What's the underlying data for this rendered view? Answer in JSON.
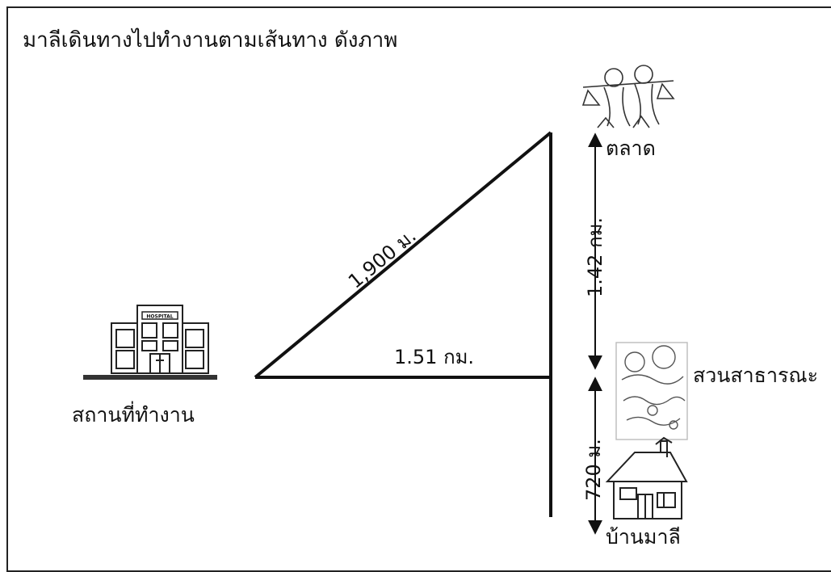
{
  "title": "มาลีเดินทางไปทำงานตามเส้นทาง ดังภาพ",
  "places": {
    "workplace": "สถานที่ทำงาน",
    "market": "ตลาด",
    "park": "สวนสาธารณะ",
    "home": "บ้านมาลี"
  },
  "hospital_sign": "HOSPITAL",
  "distances": {
    "diagonal": "1,900 ม.",
    "horizontal": "1.51 กม.",
    "market_to_park": "1.42 กม.",
    "park_to_home": "720 ม."
  }
}
